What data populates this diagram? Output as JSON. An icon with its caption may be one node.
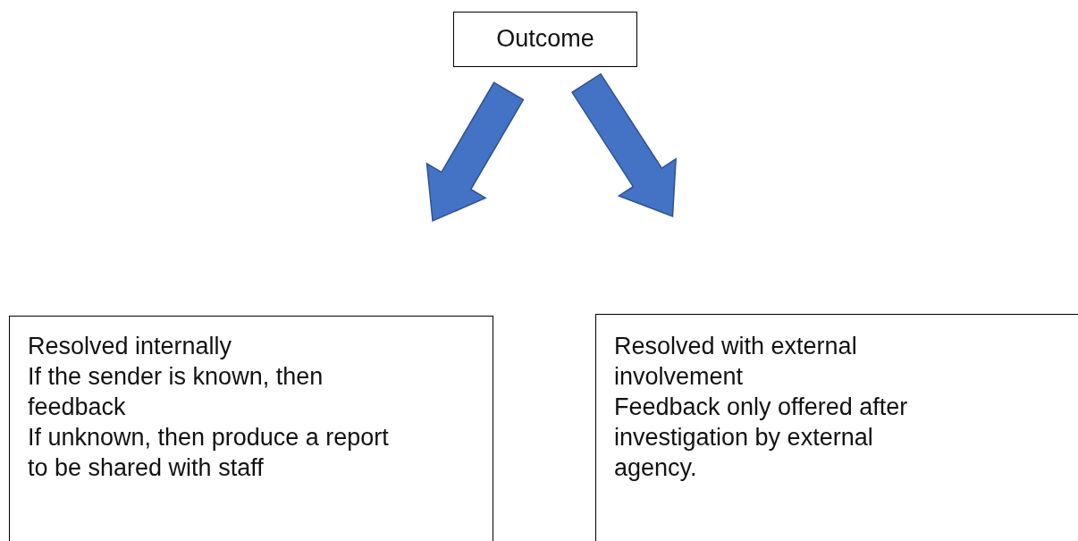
{
  "diagram": {
    "nodes": [
      {
        "text": [
          "Outcome"
        ]
      },
      {
        "text": [
          "Resolved internally",
          "If the sender is known, then feedback",
          "If unknown, then produce a report to be shared with staff"
        ]
      },
      {
        "text": [
          "Resolved with external involvement",
          "Feedback only offered after investigation by external agency."
        ]
      }
    ],
    "edges": [
      {
        "from": 0,
        "to": 1,
        "arrow": "to",
        "style": "thick",
        "color": "#4472c4"
      },
      {
        "from": 0,
        "to": 2,
        "arrow": "to",
        "style": "thick",
        "color": "#4472c4"
      }
    ]
  }
}
